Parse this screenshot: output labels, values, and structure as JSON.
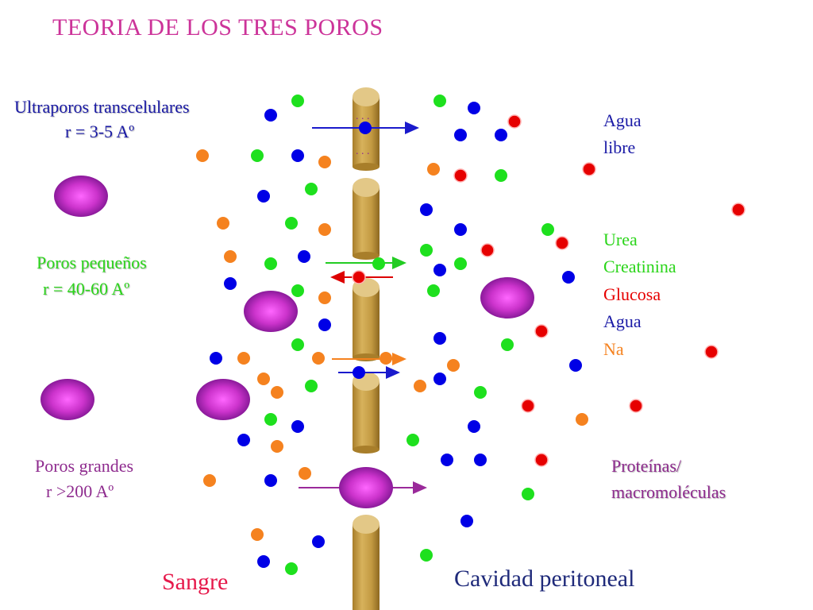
{
  "title": "TEORIA DE LOS TRES POROS",
  "pores": {
    "ultra": {
      "line1": "Ultraporos transcelulares",
      "line2": "r = 3-5 Aº"
    },
    "small": {
      "line1": "Poros pequeños",
      "line2": "r = 40-60 Aº"
    },
    "large": {
      "line1": "Poros grandes",
      "line2": "r >200 Aº"
    }
  },
  "free_water": {
    "line1": "Agua",
    "line2": "libre"
  },
  "solutes": [
    {
      "label": "Urea",
      "color": "#2bd51a"
    },
    {
      "label": "Creatinina",
      "color": "#2bd51a"
    },
    {
      "label": "Glucosa",
      "color": "#e60000"
    },
    {
      "label": "Agua",
      "color": "#1a1aa6"
    },
    {
      "label": "Na",
      "color": "#f5821f"
    }
  ],
  "proteins": {
    "line1": "Proteínas/",
    "line2": "macromoléculas"
  },
  "sides": {
    "blood": "Sangre",
    "peritoneal": "Cavidad peritoneal"
  },
  "colors": {
    "title": "#cc3399",
    "water": "#0000e6",
    "small_solute": "#1ee01e",
    "glucose": "#e60000",
    "sodium": "#f5821f",
    "protein": "#cc33cc",
    "membrane": "#c8a24a",
    "blood_label": "#e6194b",
    "peritoneal_label": "#1f2a7a"
  }
}
